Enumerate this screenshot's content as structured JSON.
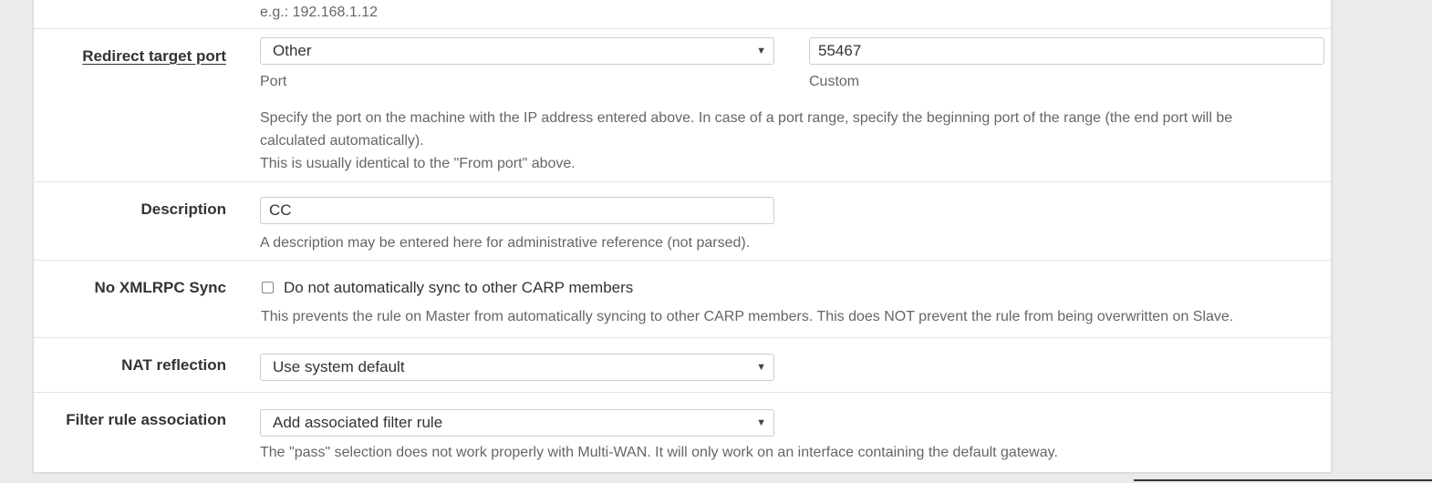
{
  "target_ip_help": "e.g.: 192.168.1.12",
  "redirect_port": {
    "label": "Redirect target port",
    "port_select_value": "Other",
    "port_caption": "Port",
    "custom_value": "55467",
    "custom_caption": "Custom",
    "help_line1": "Specify the port on the machine with the IP address entered above. In case of a port range, specify the beginning port of the range (the end port will be",
    "help_line2": "calculated automatically).",
    "help_line3": "This is usually identical to the \"From port\" above."
  },
  "description": {
    "label": "Description",
    "value": "CC",
    "help": "A description may be entered here for administrative reference (not parsed)."
  },
  "xmlrpc": {
    "label": "No XMLRPC Sync",
    "checkbox_label": "Do not automatically sync to other CARP members",
    "checked": false,
    "help": "This prevents the rule on Master from automatically syncing to other CARP members. This does NOT prevent the rule from being overwritten on Slave."
  },
  "nat_reflection": {
    "label": "NAT reflection",
    "value": "Use system default"
  },
  "filter_rule": {
    "label": "Filter rule association",
    "value": "Add associated filter rule",
    "help": "The \"pass\" selection does not work properly with Multi-WAN. It will only work on an interface containing the default gateway."
  },
  "icons": {
    "dropdown": "chevron-down-icon"
  }
}
